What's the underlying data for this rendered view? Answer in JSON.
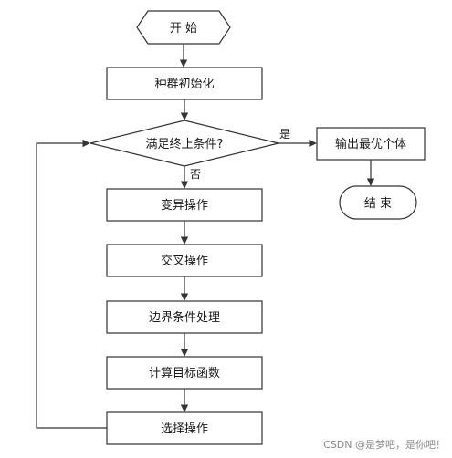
{
  "flowchart": {
    "start": "开 始",
    "init": "种群初始化",
    "decision": "满足终止条件?",
    "yes": "是",
    "no": "否",
    "output": "输出最优个体",
    "end": "结 束",
    "mutation": "变异操作",
    "crossover": "交叉操作",
    "boundary": "边界条件处理",
    "fitness": "计算目标函数",
    "selection": "选择操作"
  },
  "watermark": "CSDN @是梦吧，是你吧！"
}
